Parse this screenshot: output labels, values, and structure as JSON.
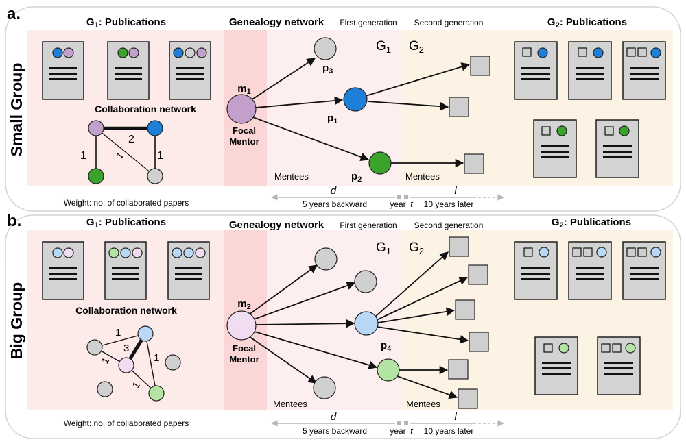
{
  "colors": {
    "mentor_a": "#c3a0cc",
    "blue_dark": "#1e7fd8",
    "green_dark": "#3aa32a",
    "grey": "#d0d0d0",
    "mentor_b": "#f1ddf2",
    "blue_light": "#b9d8f7",
    "green_light": "#b4e4a4",
    "zone_g1": "#fdebea",
    "zone_g2": "#fdf3e4",
    "zone_mentor": "#fbd6d6"
  },
  "panel_a": {
    "tag": "a.",
    "row_label": "Small Group",
    "g1_title_pre": "G",
    "g1_title_sub": "1",
    "g1_title_post": ": Publications",
    "genealogy_title": "Genealogy network",
    "first_generation": "First generation",
    "second_generation": "Second generation",
    "g2_title_pre": "G",
    "g2_title_sub": "2",
    "g2_title_post": ": Publications",
    "collab_title": "Collaboration network",
    "edge_weights": [
      "2",
      "1",
      "1",
      "1"
    ],
    "weight_caption": "Weight: no. of collaborated papers",
    "mentor_label": "m",
    "mentor_sub": "1",
    "focal": "Focal",
    "mentor_word": "Mentor",
    "mentee_labels": [
      {
        "pre": "p",
        "sub": "3"
      },
      {
        "pre": "p",
        "sub": "1"
      },
      {
        "pre": "p",
        "sub": "2"
      }
    ],
    "g1_label": "G",
    "g1_sub": "1",
    "g2_label": "G",
    "g2_sub": "2",
    "mentees_left": "Mentees",
    "mentees_right": "Mentees",
    "d_symbol": "d",
    "backward": "5 years backward",
    "year": "year",
    "t_symbol": "t",
    "l_symbol": "l",
    "later": "10 years later"
  },
  "panel_b": {
    "tag": "b.",
    "row_label": "Big Group",
    "g1_title_pre": "G",
    "g1_title_sub": "1",
    "g1_title_post": ": Publications",
    "genealogy_title": "Genealogy network",
    "first_generation": "First generation",
    "second_generation": "Second generation",
    "g2_title_pre": "G",
    "g2_title_sub": "2",
    "g2_title_post": ": Publications",
    "collab_title": "Collaboration network",
    "edge_weights": [
      "1",
      "3",
      "1",
      "1",
      "1"
    ],
    "weight_caption": "Weight: no. of collaborated papers",
    "mentor_label": "m",
    "mentor_sub": "2",
    "focal": "Focal",
    "mentor_word": "Mentor",
    "mentee_labels": [
      {
        "pre": "p",
        "sub": "4"
      }
    ],
    "g1_label": "G",
    "g1_sub": "1",
    "g2_label": "G",
    "g2_sub": "2",
    "mentees_left": "Mentees",
    "mentees_right": "Mentees",
    "d_symbol": "d",
    "backward": "5 years backward",
    "year": "year",
    "t_symbol": "t",
    "l_symbol": "l",
    "later": "10 years later"
  }
}
